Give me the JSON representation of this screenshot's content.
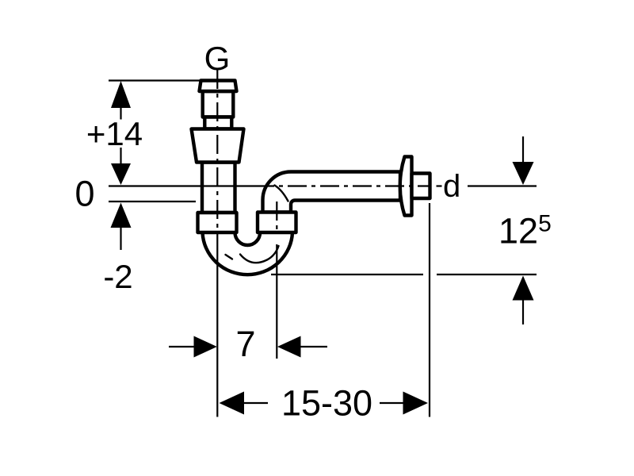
{
  "figure": {
    "type": "technical-dimension-drawing",
    "subject": "bottle-trap-p-trap-side-view",
    "background_color": "#ffffff",
    "line_color": "#000000",
    "labels": {
      "thread_size": "G",
      "outlet_diameter": "d",
      "dim_inlet_height_above_axis": "+14",
      "dim_reference_zero": "0",
      "dim_below_axis": "-2",
      "dim_trap_offset_main": "12",
      "dim_trap_offset_sup": "5",
      "dim_center_distance": "7",
      "dim_wall_depth_range": "15-30"
    }
  }
}
